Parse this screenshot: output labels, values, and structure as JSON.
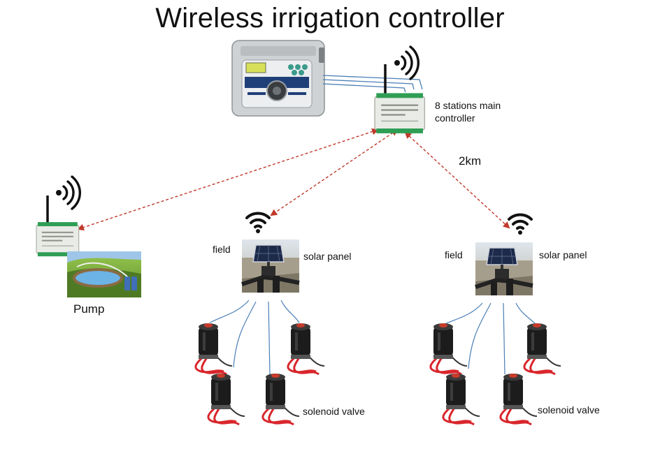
{
  "title": "Wireless irrigation controller",
  "labels": {
    "main_controller_line1": "8 stations main",
    "main_controller_line2": "controller",
    "distance": "2km",
    "pump": "Pump",
    "field_left": "field",
    "solar_left": "solar panel",
    "field_right": "field",
    "solar_right": "solar panel",
    "valve_left": "solenoid valve",
    "valve_right": "solenoid valve"
  },
  "colors": {
    "link_line": "#c0392b",
    "wire": "#4a7fb5",
    "valve_body": "#1c1c1c",
    "valve_wire": "#d8262c",
    "controller_case": "#cfd2d4",
    "module_case": "#e9ebe6",
    "module_terminal": "#2f9e55"
  },
  "icons": [
    "wifi-icon",
    "antenna-icon",
    "irrigation-controller-icon",
    "relay-module-icon",
    "pump-pond-icon",
    "solar-panel-icon",
    "solenoid-valve-icon"
  ]
}
